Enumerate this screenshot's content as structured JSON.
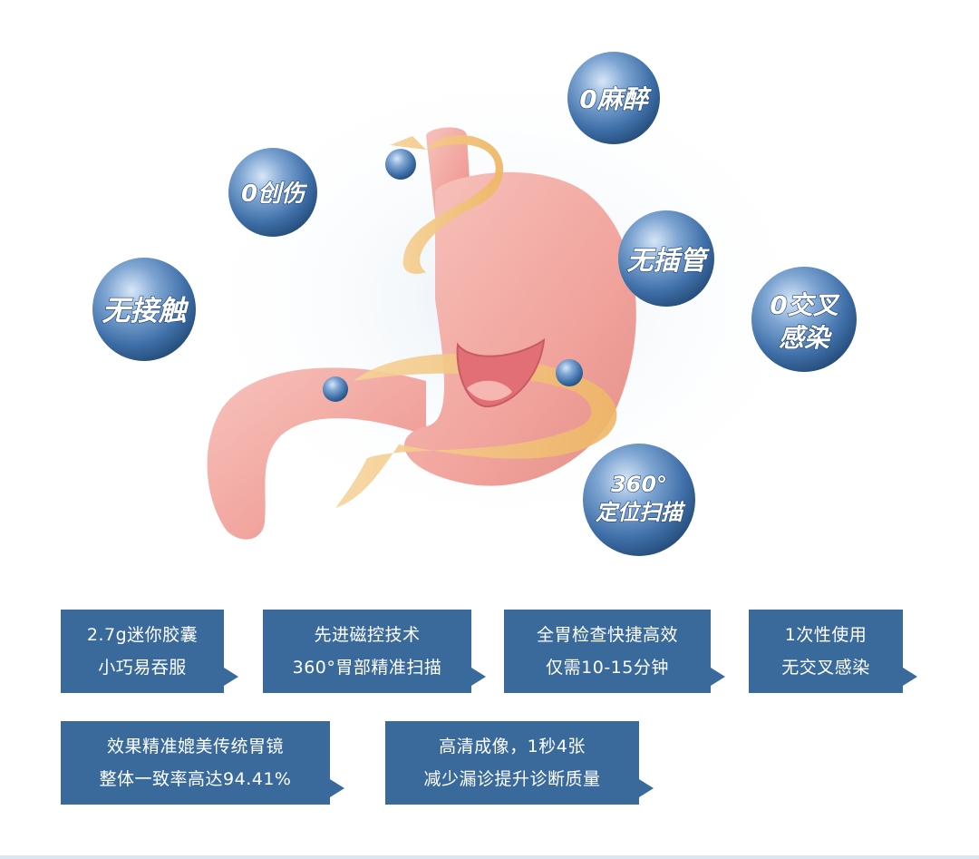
{
  "bubbles": [
    {
      "id": "no-anesthesia",
      "lines": [
        "0麻醉"
      ]
    },
    {
      "id": "no-wound",
      "lines": [
        "0创伤"
      ]
    },
    {
      "id": "no-intubation",
      "lines": [
        "无插管"
      ]
    },
    {
      "id": "no-contact",
      "lines": [
        "无接触"
      ]
    },
    {
      "id": "no-cross-infection",
      "lines": [
        "0交叉",
        "感染"
      ]
    },
    {
      "id": "scan",
      "lines": [
        "360°",
        "定位扫描"
      ]
    }
  ],
  "features": [
    {
      "lines": [
        "2.7g迷你胶囊",
        "小巧易吞服"
      ]
    },
    {
      "lines": [
        "先进磁控技术",
        "360°胃部精准扫描"
      ]
    },
    {
      "lines": [
        "全胃检查快捷高效",
        "仅需10-15分钟"
      ]
    },
    {
      "lines": [
        "1次性使用",
        "无交叉感染"
      ]
    },
    {
      "lines": [
        "效果精准媲美传统胃镜",
        "整体一致率高达94.41%"
      ]
    },
    {
      "lines": [
        "高清成像，1秒4张",
        "减少漏诊提升诊断质量"
      ]
    }
  ],
  "colors": {
    "box": "#3a6a9c",
    "stomach": "#f4a9a3",
    "ribbon": "#f2c27d",
    "bubble": "#3f6fa8"
  }
}
